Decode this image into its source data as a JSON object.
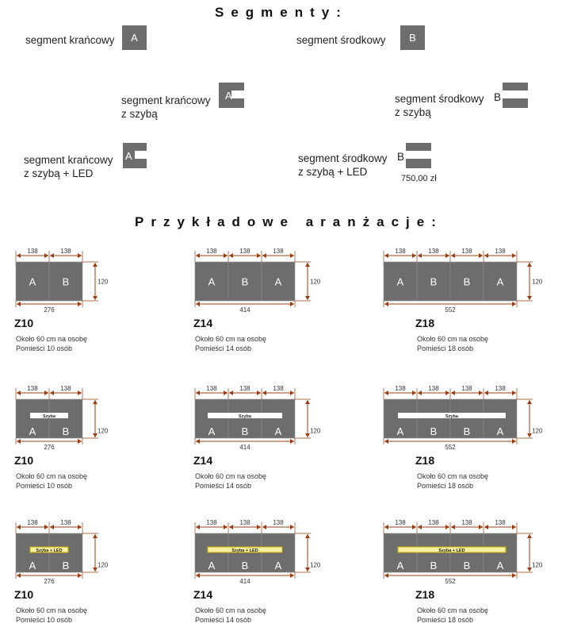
{
  "title": "Segmenty:",
  "title2": "Przykładowe aranżacje:",
  "segments": {
    "end": {
      "label": "segment krańcowy",
      "letter": "A"
    },
    "mid": {
      "label": "segment środkowy",
      "letter": "B"
    },
    "end_glass": {
      "line1": "segment krańcowy",
      "line2": "z szybą",
      "letter": "A"
    },
    "mid_glass": {
      "line1": "segment środkowy",
      "line2": "z szybą",
      "letter": "B"
    },
    "end_led": {
      "line1": "segment krańcowy",
      "line2": "z szybą + LED",
      "letter": "A"
    },
    "mid_led": {
      "line1": "segment środkowy",
      "line2": "z szybą + LED",
      "letter": "B",
      "price": "750,00 zł"
    }
  },
  "colors": {
    "segment": "#6d6d6d",
    "dimension": "#9b3d12",
    "led": "#f5f0a0"
  },
  "dims": {
    "segment_width": "138",
    "height": "120"
  },
  "strip_labels": {
    "glass": "Szyba",
    "led": "Szyba + LED"
  },
  "configs": [
    {
      "model": "Z10",
      "letters": [
        "A",
        "B"
      ],
      "total": "276",
      "line1": "Około 60 cm na osobę",
      "line2": "Pomieści 10 osób"
    },
    {
      "model": "Z14",
      "letters": [
        "A",
        "B",
        "A"
      ],
      "total": "414",
      "line1": "Około 60 cm na osobę",
      "line2": "Pomieści 14 osób"
    },
    {
      "model": "Z18",
      "letters": [
        "A",
        "B",
        "B",
        "A"
      ],
      "total": "552",
      "line1": "Około 60 cm na osobę",
      "line2": "Pomieści 18 osób"
    }
  ],
  "rows": [
    {
      "type": "plain"
    },
    {
      "type": "glass"
    },
    {
      "type": "led"
    }
  ]
}
